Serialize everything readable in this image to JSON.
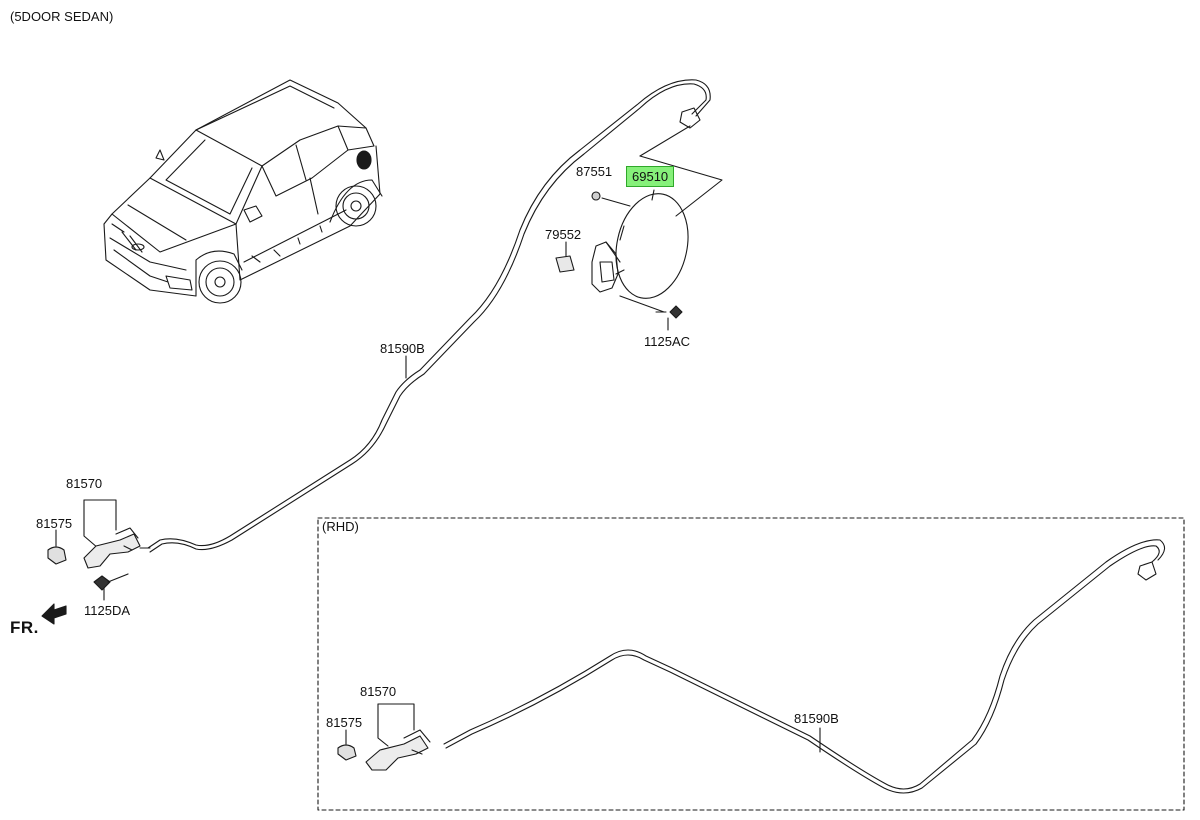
{
  "header": {
    "variant_label": "(5DOOR SEDAN)"
  },
  "rhd_box": {
    "title": "(RHD)"
  },
  "direction": {
    "front_label": "FR."
  },
  "parts": {
    "p87551": "87551",
    "p69510": "69510",
    "p79552": "79552",
    "p1125ac": "1125AC",
    "p81590b": "81590B",
    "p81570": "81570",
    "p81575": "81575",
    "p1125da": "1125DA",
    "rhd_81570": "81570",
    "rhd_81575": "81575",
    "rhd_81590b": "81590B"
  },
  "highlight": {
    "part": "69510",
    "fill": "#86f07a",
    "border": "#2fa82a"
  }
}
